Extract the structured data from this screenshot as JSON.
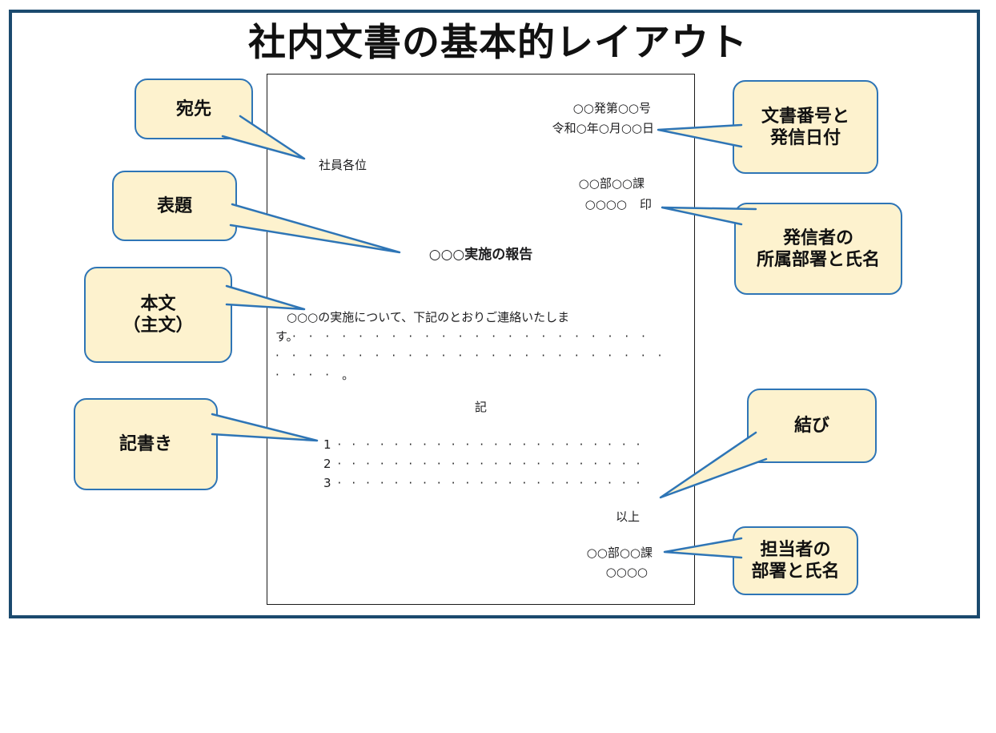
{
  "title": "社内文書の基本的レイアウト",
  "colors": {
    "frame_border": "#1b4a6e",
    "callout_fill": "#fdf2ce",
    "callout_border": "#2e75b6",
    "document_border": "#1a1a1a",
    "text": "#1a1a1a"
  },
  "document": {
    "doc_number": "○○発第○○号",
    "date": "令和○年○月○○日",
    "addressee": "社員各位",
    "sender_dept": "○○部○○課",
    "sender_name": "○○○○",
    "sender_seal": "印",
    "subject": "○○○実施の報告",
    "body_line1": "○○○の実施について、下記のとおりご連絡いたしま",
    "body_line2_prefix": "す。",
    "body_line2_dots": "······················",
    "body_line3_dots": "························",
    "body_line4_dots": "····",
    "body_line4_suffix": "。",
    "ki_marker": "記",
    "items": [
      {
        "num": "1",
        "dots": "······················"
      },
      {
        "num": "2",
        "dots": "······················"
      },
      {
        "num": "3",
        "dots": "······················"
      }
    ],
    "closing": "以上",
    "contact_dept": "○○部○○課",
    "contact_name": "○○○○"
  },
  "callouts": {
    "atesaki": {
      "label": "宛先"
    },
    "hyodai": {
      "label": "表題"
    },
    "honbun": {
      "line1": "本文",
      "line2": "（主文）"
    },
    "kigaki": {
      "label": "記書き"
    },
    "bunsho": {
      "line1": "文書番号と",
      "line2": "発信日付"
    },
    "hasshin": {
      "line1": "発信者の",
      "line2": "所属部署と氏名"
    },
    "musubi": {
      "label": "結び"
    },
    "tanto": {
      "line1": "担当者の",
      "line2": "部署と氏名"
    }
  }
}
